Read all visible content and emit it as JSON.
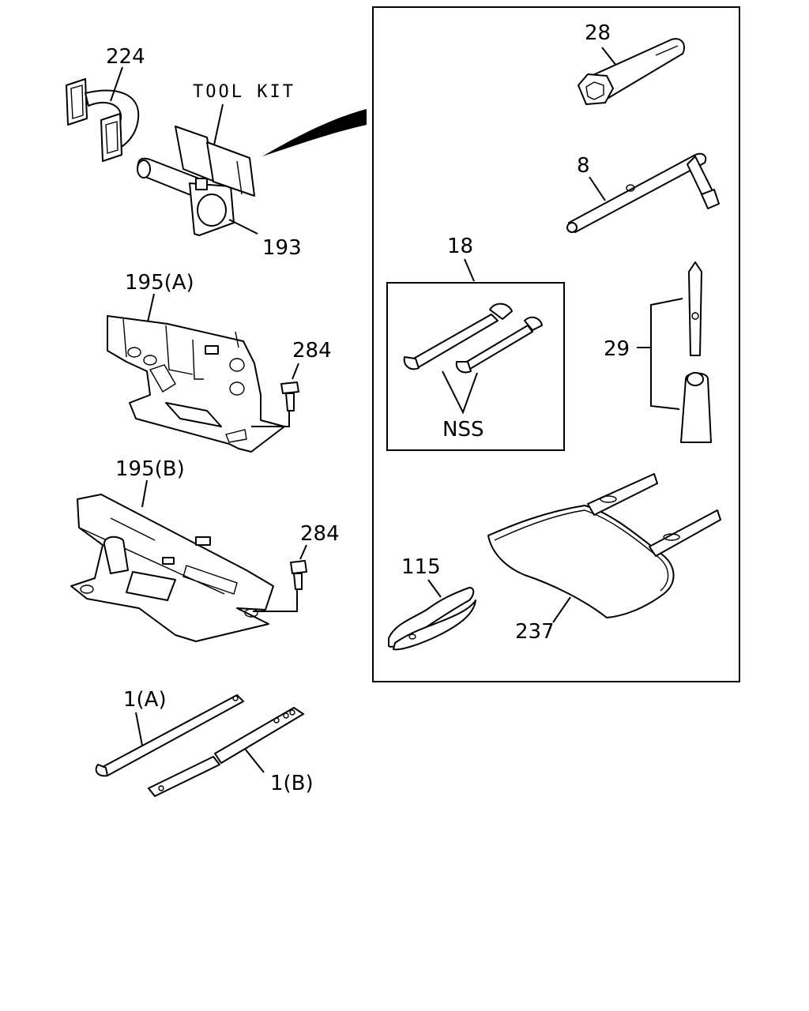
{
  "diagram": {
    "callouts": {
      "p224": "224",
      "tool_kit": "TOOL KIT",
      "p193": "193",
      "p195a": "195(A)",
      "p284a": "284",
      "p195b": "195(B)",
      "p284b": "284",
      "p1a": "1(A)",
      "p1b": "1(B)",
      "p28": "28",
      "p8": "8",
      "p18": "18",
      "nss": "NSS",
      "p29": "29",
      "p115": "115",
      "p237": "237"
    },
    "line_color": "#000000",
    "background": "#ffffff"
  }
}
